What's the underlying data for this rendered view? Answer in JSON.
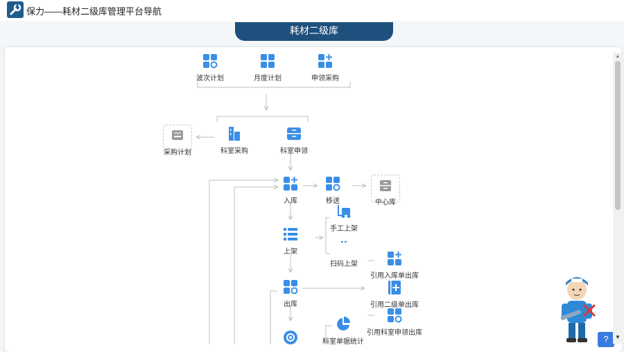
{
  "app": {
    "title": "保力——耗材二级库管理平台导航",
    "logo_icon": "wrench-icon"
  },
  "page_tab": "耗材二级库",
  "colors": {
    "accent": "#3a8ee6",
    "header": "#1e4f7d",
    "gray_icon": "#9a9a9a"
  },
  "nodes": {
    "batch_plan": {
      "label": "波次计划",
      "icon": "grid-circle-icon"
    },
    "monthly_plan": {
      "label": "月度计划",
      "icon": "grid-icon"
    },
    "temp_purchase": {
      "label": "申领采购",
      "icon": "grid-plus-icon"
    },
    "purchase_plan": {
      "label": "采购计划",
      "icon": "document-icon"
    },
    "dept_purchase": {
      "label": "科室采购",
      "icon": "building-icon"
    },
    "dept_apply": {
      "label": "科室申领",
      "icon": "cabinet-icon"
    },
    "inbound": {
      "label": "入库",
      "icon": "grid-plus-icon"
    },
    "transfer": {
      "label": "移送",
      "icon": "grid-circle-icon"
    },
    "center_store": {
      "label": "中心库",
      "icon": "cabinet-icon"
    },
    "manual_shelving": {
      "label": "手工上架",
      "icon": "forklift-icon"
    },
    "shelving": {
      "label": "上架",
      "icon": "list-icon"
    },
    "scan_shelving": {
      "label": "扫码上架",
      "icon": "barcode-icon"
    },
    "ref_inbound_out": {
      "label": "引用入库单出库",
      "icon": "grid-plus-icon"
    },
    "outbound": {
      "label": "出库",
      "icon": "grid-circle-icon"
    },
    "ref_second_out": {
      "label": "引用二级单出库",
      "icon": "book-plus-icon"
    },
    "ref_apply_out": {
      "label": "引用科室申领出库",
      "icon": "grid-circle-icon"
    },
    "process": {
      "label": "",
      "icon": "gear-icon"
    },
    "dept_stock": {
      "label": "科室单据统计",
      "icon": "pie-chart-icon"
    }
  },
  "help_button": {
    "label": "?"
  }
}
